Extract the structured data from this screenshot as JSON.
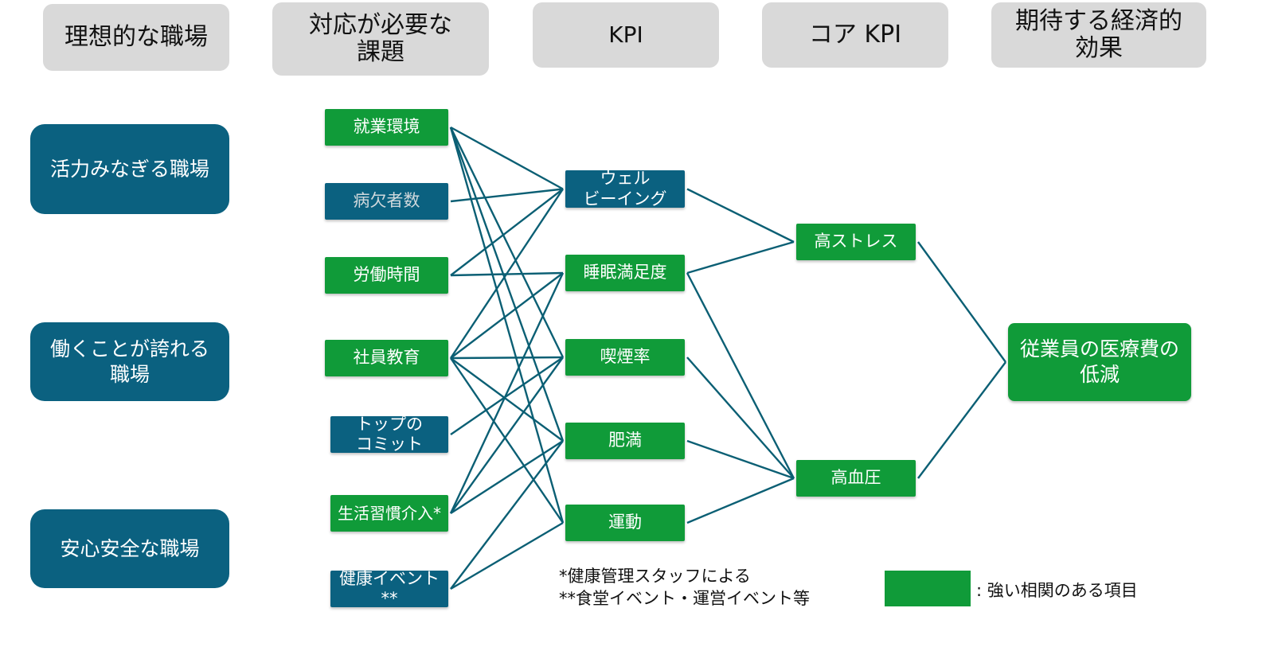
{
  "headers": {
    "ideal": "理想的な職場",
    "issues": "対応が必要な\n課題",
    "kpi": "KPI",
    "core_kpi": "コア KPI",
    "effect": "期待する経済的\n効果"
  },
  "goals": {
    "vitality": "活力みなぎる職場",
    "pride": "働くことが誇れる\n職場",
    "safety": "安心安全な職場"
  },
  "issues": {
    "environment": "就業環境",
    "sick_leave": "病欠者数",
    "work_hours": "労働時間",
    "education": "社員教育",
    "top_commit": "トップの\nコミット",
    "lifestyle": "生活習慣介入*",
    "health_event": "健康イベント\n**"
  },
  "kpis": {
    "wellbeing": "ウェル\nビーイング",
    "sleep": "睡眠満足度",
    "smoking": "喫煙率",
    "obesity": "肥満",
    "exercise": "運動"
  },
  "core_kpis": {
    "stress": "高ストレス",
    "blood_pressure": "高血圧"
  },
  "effect": {
    "medical_cost": "従業員の医療費の\n低減"
  },
  "notes": {
    "line1": "*健康管理スタッフによる",
    "line2": "**食堂イベント・運営イベント等"
  },
  "legend": {
    "label": ": 強い相関のある項目"
  },
  "colors": {
    "strong": "#109b39",
    "weak": "#0b6180",
    "header": "#d9d9d9",
    "link": "#0b5f74"
  },
  "connections": [
    [
      "environment",
      "wellbeing"
    ],
    [
      "environment",
      "smoking"
    ],
    [
      "environment",
      "obesity"
    ],
    [
      "environment",
      "exercise"
    ],
    [
      "sick_leave",
      "wellbeing"
    ],
    [
      "work_hours",
      "wellbeing"
    ],
    [
      "work_hours",
      "sleep"
    ],
    [
      "education",
      "wellbeing"
    ],
    [
      "education",
      "sleep"
    ],
    [
      "education",
      "smoking"
    ],
    [
      "education",
      "obesity"
    ],
    [
      "education",
      "exercise"
    ],
    [
      "top_commit",
      "smoking"
    ],
    [
      "lifestyle",
      "sleep"
    ],
    [
      "lifestyle",
      "smoking"
    ],
    [
      "lifestyle",
      "obesity"
    ],
    [
      "health_event",
      "obesity"
    ],
    [
      "health_event",
      "exercise"
    ],
    [
      "wellbeing",
      "stress"
    ],
    [
      "sleep",
      "stress"
    ],
    [
      "sleep",
      "blood_pressure"
    ],
    [
      "smoking",
      "blood_pressure"
    ],
    [
      "obesity",
      "blood_pressure"
    ],
    [
      "exercise",
      "blood_pressure"
    ],
    [
      "stress",
      "medical_cost"
    ],
    [
      "blood_pressure",
      "medical_cost"
    ]
  ]
}
